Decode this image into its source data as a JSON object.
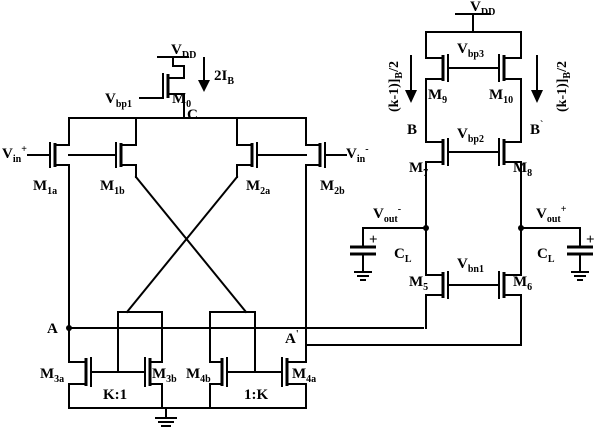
{
  "labels": {
    "vdd_main": "V",
    "vdd_main_sub": "DD",
    "vdd_right": "V",
    "vdd_right_sub": "DD",
    "vbp1": "V",
    "vbp1_sub": "bp1",
    "vbp2": "V",
    "vbp2_sub": "bp2",
    "vbp3": "V",
    "vbp3_sub": "bp3",
    "vbn1": "V",
    "vbn1_sub": "bn1",
    "m0": "M",
    "m0_sub": "0",
    "m1a": "M",
    "m1a_sub": "1a",
    "m1b": "M",
    "m1b_sub": "1b",
    "m2a": "M",
    "m2a_sub": "2a",
    "m2b": "M",
    "m2b_sub": "2b",
    "m3a": "M",
    "m3a_sub": "3a",
    "m3b": "M",
    "m3b_sub": "3b",
    "m4a": "M",
    "m4a_sub": "4a",
    "m4b": "M",
    "m4b_sub": "4b",
    "m5": "M",
    "m5_sub": "5",
    "m6": "M",
    "m6_sub": "6",
    "m7": "M",
    "m7_sub": "7",
    "m8": "M",
    "m8_sub": "8",
    "m9": "M",
    "m9_sub": "9",
    "m10": "M",
    "m10_sub": "10",
    "vin_plus": "V",
    "vin_plus_sub": "in",
    "vin_plus_sup": "+",
    "vin_minus": "V",
    "vin_minus_sub": "in",
    "vin_minus_sup": "-",
    "vout_minus": "V",
    "vout_minus_sub": "out",
    "vout_minus_sup": "-",
    "vout_plus": "V",
    "vout_plus_sub": "out",
    "vout_plus_sup": "+",
    "cl_left": "C",
    "cl_left_sub": "L",
    "cl_right": "C",
    "cl_right_sub": "L",
    "current_tail": "2I",
    "current_tail_sub": "B",
    "current_left": "(k-1)]",
    "current_left_sub": "B",
    "current_left_tail": "/2",
    "current_right": "(k-1)]",
    "current_right_sub": "B",
    "current_right_tail": "/2",
    "node_a": "A",
    "node_a_prime": "A",
    "node_a_prime_mark": "'",
    "node_b": "B",
    "node_b_prime": "B",
    "node_b_prime_mark": "`",
    "node_c": "C",
    "ratio_left": "K:1",
    "ratio_right": "1:K",
    "cap_plus_left": "+",
    "cap_plus_right": "+"
  }
}
